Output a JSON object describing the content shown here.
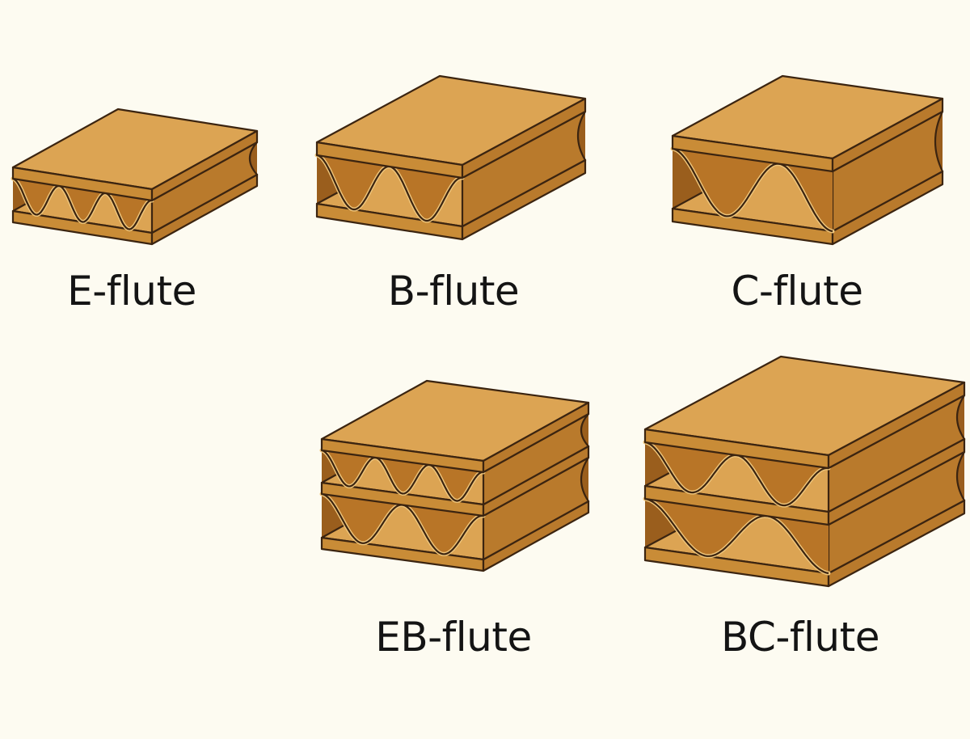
{
  "colors": {
    "background": "#fdfbf1",
    "board_top": "#dca453",
    "board_edge": "#c98c37",
    "board_side": "#b97a2c",
    "flute": "#b87527",
    "flute_highlight": "#efc67c",
    "inner_shadow": "#9a5e1d",
    "outline": "#3b2410"
  },
  "boards": [
    {
      "id": "e",
      "label": "E-flute"
    },
    {
      "id": "b",
      "label": "B-flute"
    },
    {
      "id": "c",
      "label": "C-flute"
    },
    {
      "id": "eb",
      "label": "EB-flute"
    },
    {
      "id": "bc",
      "label": "BC-flute"
    }
  ]
}
